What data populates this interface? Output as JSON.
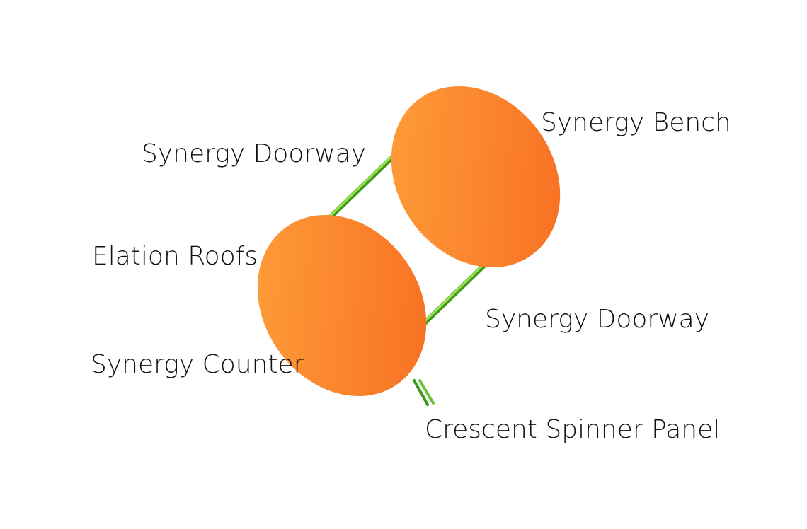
{
  "labels": {
    "synergy_bench": "Synergy Bench",
    "synergy_doorway_top": "Synergy Doorway",
    "elation_roofs": "Elation Roofs",
    "synergy_doorway_bottom": "Synergy Doorway",
    "synergy_counter": "Synergy Counter",
    "crescent_spinner_panel": "Crescent Spinner Panel"
  },
  "colors": {
    "panel_light": "#ff9e3a",
    "panel_dark": "#f76d22",
    "rod_light": "#8ee04a",
    "rod_dark": "#3f9a1c",
    "label_text": "#111111",
    "background": "#ffffff"
  }
}
